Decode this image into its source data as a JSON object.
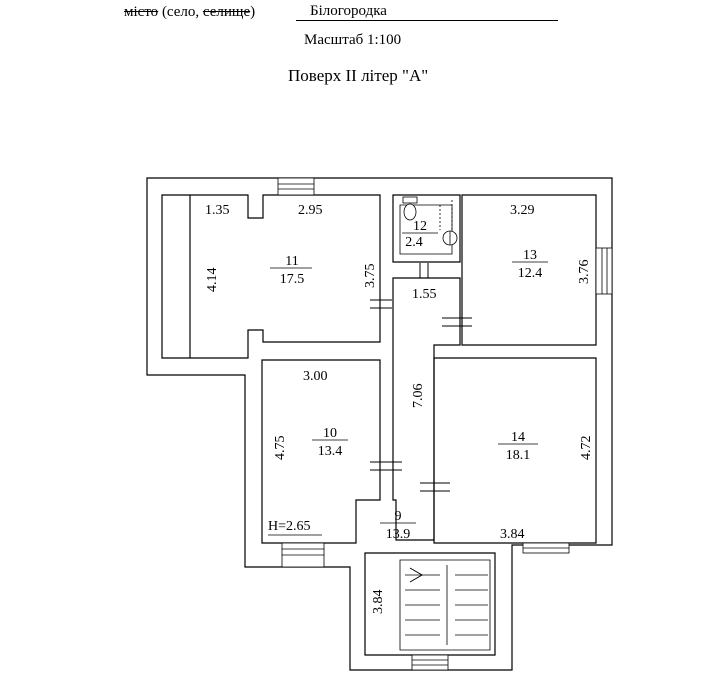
{
  "header": {
    "city_struck": "місто",
    "city_paren_open": " (село, ",
    "settlement_struck": "селище",
    "paren_close": ")",
    "town_name": "Білогородка",
    "scale": "Масштаб 1:100",
    "floor_title": "Поверх II літер \"А\""
  },
  "plan": {
    "rooms": [
      {
        "number": "11",
        "area": "17.5"
      },
      {
        "number": "12",
        "area": "2.4"
      },
      {
        "number": "13",
        "area": "12.4"
      },
      {
        "number": "10",
        "area": "13.4"
      },
      {
        "number": "14",
        "area": "18.1"
      },
      {
        "number": "9",
        "area": "13.9"
      }
    ],
    "dimensions": {
      "d1": "1.35",
      "d2": "2.95",
      "d3": "3.29",
      "d4": "4.14",
      "d5": "3.75",
      "d6": "3.76",
      "d7": "1.55",
      "d8": "3.00",
      "d9": "7.06",
      "d10": "4.75",
      "d11": "4.72",
      "d12": "3.84",
      "d13": "3.84"
    },
    "height_note": "H=2.65"
  }
}
